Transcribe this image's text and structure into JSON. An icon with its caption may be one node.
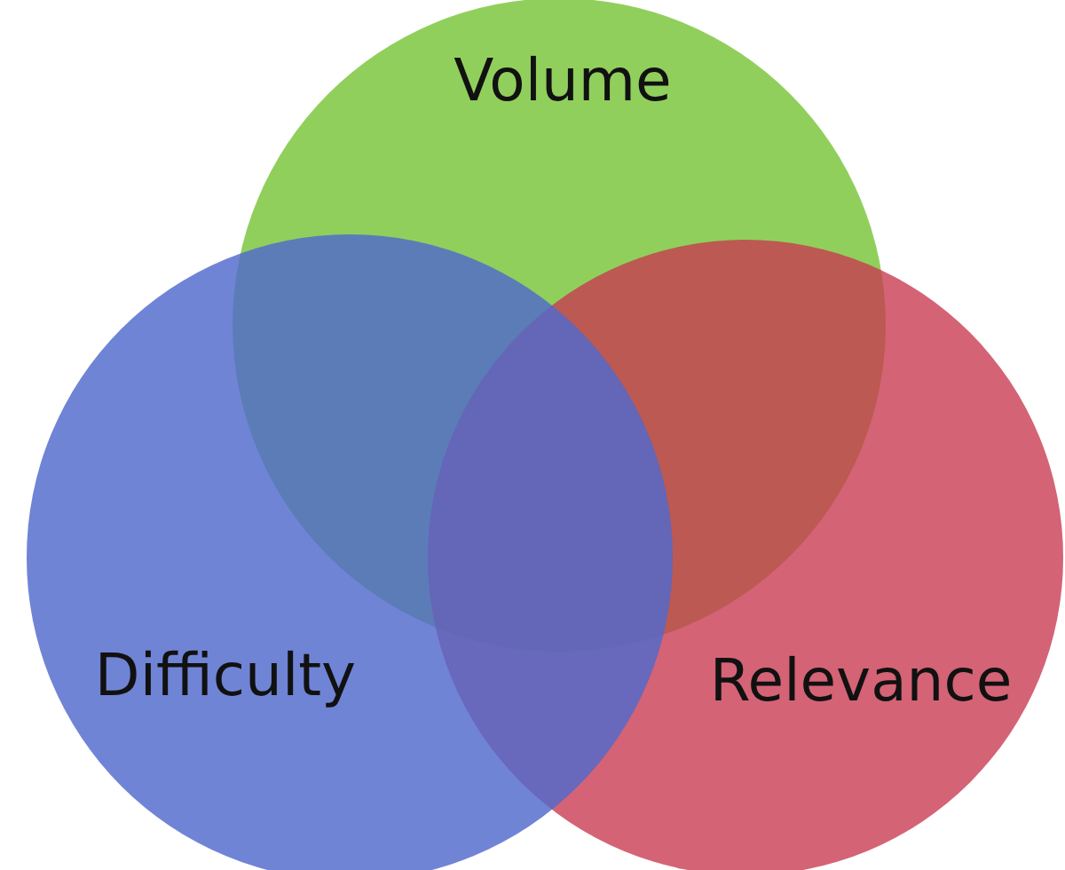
{
  "diagram": {
    "nodes": [
      {
        "text": [
          "Volume"
        ]
      },
      {
        "text": [
          "Difficulty"
        ]
      },
      {
        "text": [
          "Relevance"
        ]
      }
    ]
  }
}
